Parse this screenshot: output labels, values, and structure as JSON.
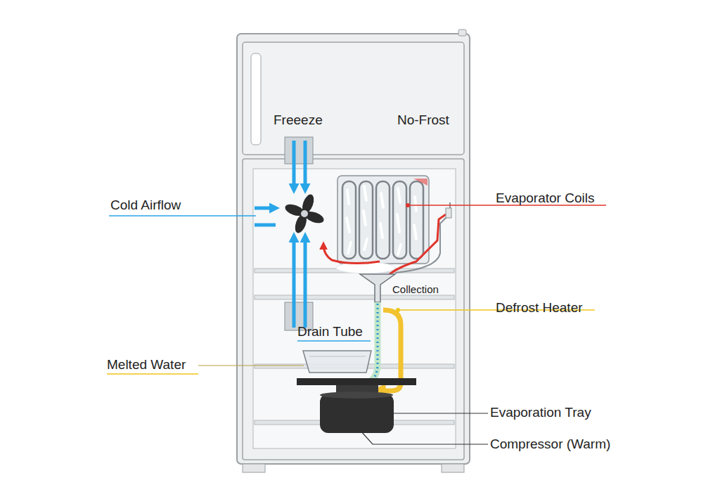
{
  "diagram": {
    "labels": [
      "Freeeze",
      "No-Frost",
      "Cold Airflow",
      "Evaporator Coils",
      "Collection",
      "Defrost Heater",
      "Drain Tube",
      "Melted Water",
      "Evaporation Tray",
      "Compressor (Warm)"
    ]
  }
}
